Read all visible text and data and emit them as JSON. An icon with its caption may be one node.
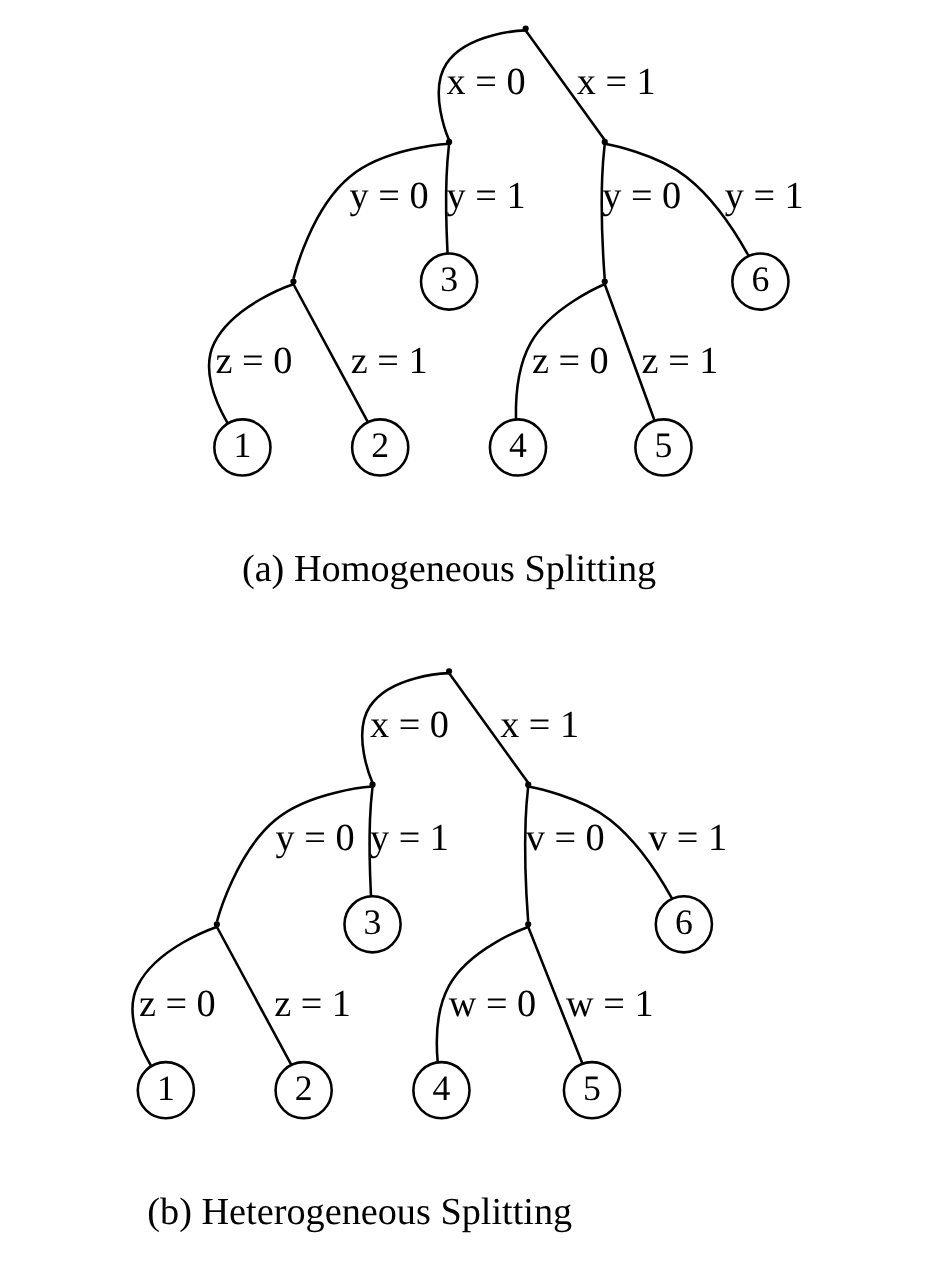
{
  "diagram": {
    "nodes": [
      {
        "text": [],
        "shape": "point"
      },
      {
        "text": [],
        "shape": "point"
      },
      {
        "text": [],
        "shape": "point"
      },
      {
        "text": [],
        "shape": "point"
      },
      {
        "text": [
          "3"
        ]
      },
      {
        "text": [],
        "shape": "point"
      },
      {
        "text": [
          "6"
        ]
      },
      {
        "text": [
          "1"
        ]
      },
      {
        "text": [
          "2"
        ]
      },
      {
        "text": [
          "4"
        ]
      },
      {
        "text": [
          "5"
        ]
      },
      {
        "text": [],
        "shape": "point"
      },
      {
        "text": [],
        "shape": "point"
      },
      {
        "text": [],
        "shape": "point"
      },
      {
        "text": [],
        "shape": "point"
      },
      {
        "text": [
          "3"
        ]
      },
      {
        "text": [],
        "shape": "point"
      },
      {
        "text": [
          "6"
        ]
      },
      {
        "text": [
          "1"
        ]
      },
      {
        "text": [
          "2"
        ]
      },
      {
        "text": [
          "4"
        ]
      },
      {
        "text": [
          "5"
        ]
      }
    ],
    "edges": [
      {
        "from": 0,
        "to": 1,
        "arrow": "none",
        "label": "x = 0"
      },
      {
        "from": 0,
        "to": 2,
        "arrow": "none",
        "label": "x = 1"
      },
      {
        "from": 1,
        "to": 3,
        "arrow": "none",
        "label": "y = 0"
      },
      {
        "from": 1,
        "to": 4,
        "arrow": "none",
        "label": "y = 1"
      },
      {
        "from": 2,
        "to": 5,
        "arrow": "none",
        "label": "y = 0"
      },
      {
        "from": 2,
        "to": 6,
        "arrow": "none",
        "label": "y = 1"
      },
      {
        "from": 3,
        "to": 7,
        "arrow": "none",
        "label": "z = 0"
      },
      {
        "from": 3,
        "to": 8,
        "arrow": "none",
        "label": "z = 1"
      },
      {
        "from": 5,
        "to": 9,
        "arrow": "none",
        "label": "z = 0"
      },
      {
        "from": 5,
        "to": 10,
        "arrow": "none",
        "label": "z = 1"
      },
      {
        "from": 11,
        "to": 12,
        "arrow": "none",
        "label": "x = 0"
      },
      {
        "from": 11,
        "to": 13,
        "arrow": "none",
        "label": "x = 1"
      },
      {
        "from": 12,
        "to": 14,
        "arrow": "none",
        "label": "y = 0"
      },
      {
        "from": 12,
        "to": 15,
        "arrow": "none",
        "label": "y = 1"
      },
      {
        "from": 13,
        "to": 16,
        "arrow": "none",
        "label": "v = 0"
      },
      {
        "from": 13,
        "to": 17,
        "arrow": "none",
        "label": "v = 1"
      },
      {
        "from": 14,
        "to": 18,
        "arrow": "none",
        "label": "z = 0"
      },
      {
        "from": 14,
        "to": 19,
        "arrow": "none",
        "label": "z = 1"
      },
      {
        "from": 16,
        "to": 20,
        "arrow": "none",
        "label": "w = 0"
      },
      {
        "from": 16,
        "to": 21,
        "arrow": "none",
        "label": "w = 1"
      }
    ],
    "labels": [
      "(a) Homogeneous Splitting",
      "(b) Heterogeneous Splitting"
    ]
  }
}
